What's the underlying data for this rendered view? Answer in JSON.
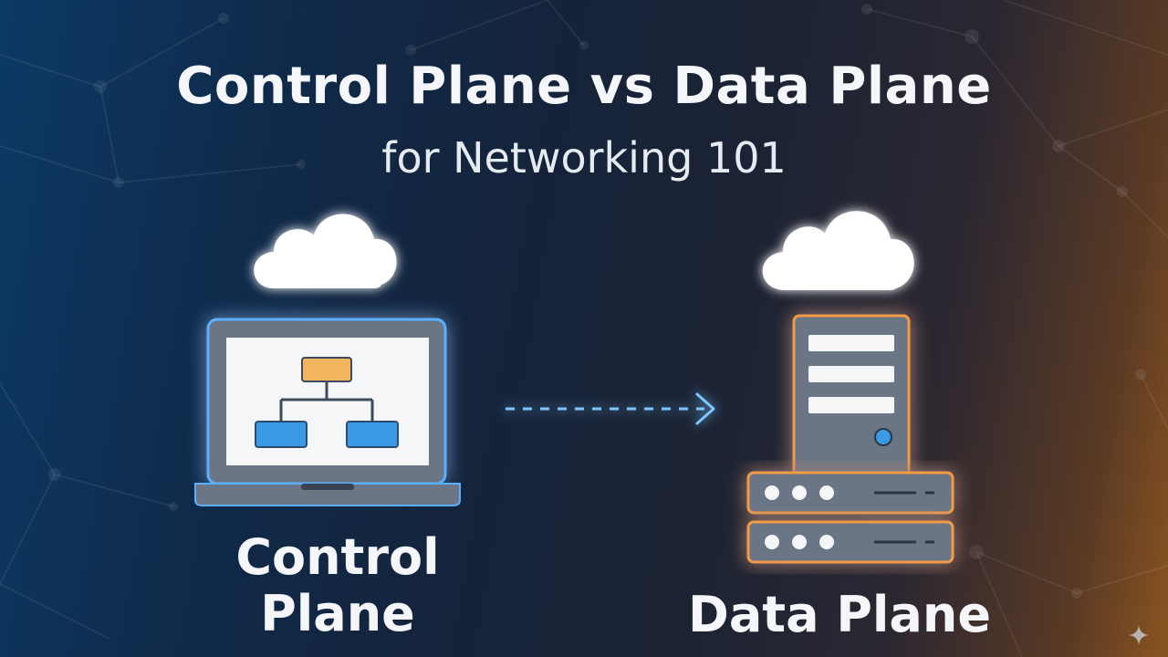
{
  "title": "Control Plane vs Data Plane",
  "subtitle": "for Networking 101",
  "left_node": {
    "label_line1": "Control",
    "label_line2": "Plane",
    "icons": [
      "cloud-icon",
      "laptop-icon",
      "hierarchy-diagram-icon"
    ]
  },
  "right_node": {
    "label": "Data Plane",
    "icons": [
      "cloud-icon",
      "server-tower-icon",
      "server-rack-icon"
    ]
  },
  "connector": {
    "style": "dashed-arrow",
    "direction": "left-to-right"
  },
  "watermark_icon": "sparkle-icon",
  "colors": {
    "background_left": "#0c3a66",
    "background_right": "#8a5420",
    "text": "#f4f6fa",
    "blue_glow": "#3aa0ff",
    "orange_glow": "#f29a45",
    "blue_box": "#3a9ae6",
    "orange_box": "#f2b55e",
    "arrow": "#7cc6ff"
  }
}
